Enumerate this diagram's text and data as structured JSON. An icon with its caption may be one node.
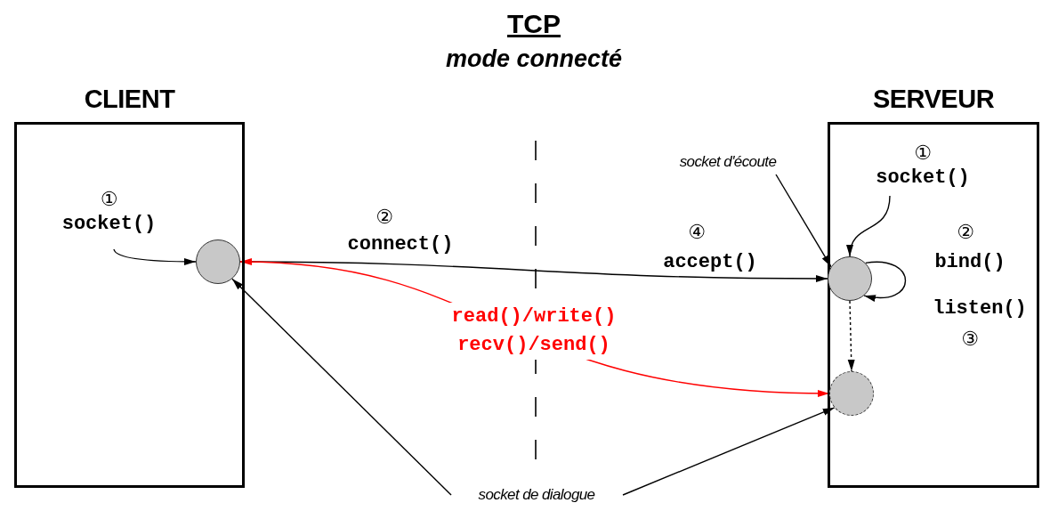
{
  "diagram": {
    "title": "TCP",
    "nodes": [
      {
        "text": [
          "CLIENT"
        ]
      },
      {
        "text": [
          "SERVEUR"
        ]
      },
      {
        "text": [],
        "shape": "circle",
        "in": 0
      },
      {
        "text": [],
        "shape": "circle",
        "in": 1
      },
      {
        "text": [],
        "shape": "circle",
        "in": 1
      },
      {
        "text": [
          "socket d'écoute"
        ]
      },
      {
        "text": [
          "socket de dialogue"
        ]
      },
      {
        "text": [
          "①",
          "socket()"
        ],
        "in": 0
      },
      {
        "text": [
          "①",
          "socket()"
        ],
        "in": 1
      }
    ],
    "edges": [
      {
        "from": 7,
        "to": 2,
        "arrow": "to"
      },
      {
        "from": 8,
        "to": 3,
        "arrow": "to"
      },
      {
        "from": 3,
        "to": 3,
        "arrow": "to"
      },
      {
        "from": 2,
        "to": 3,
        "arrow": "to"
      },
      {
        "from": 3,
        "to": 4,
        "arrow": "to",
        "style": "dashed"
      },
      {
        "from": 2,
        "to": 4,
        "arrow": "both",
        "color": "#ff0000",
        "label": "read()/write() recv()/send()"
      },
      {
        "from": 5,
        "to": 3,
        "arrow": "to"
      },
      {
        "from": 6,
        "to": 2,
        "arrow": "to"
      },
      {
        "from": 6,
        "to": 4,
        "arrow": "to"
      }
    ],
    "labels": [
      "mode connecté",
      "②",
      "connect()",
      "④",
      "accept()",
      "②",
      "bind()",
      "listen()",
      "③"
    ]
  }
}
